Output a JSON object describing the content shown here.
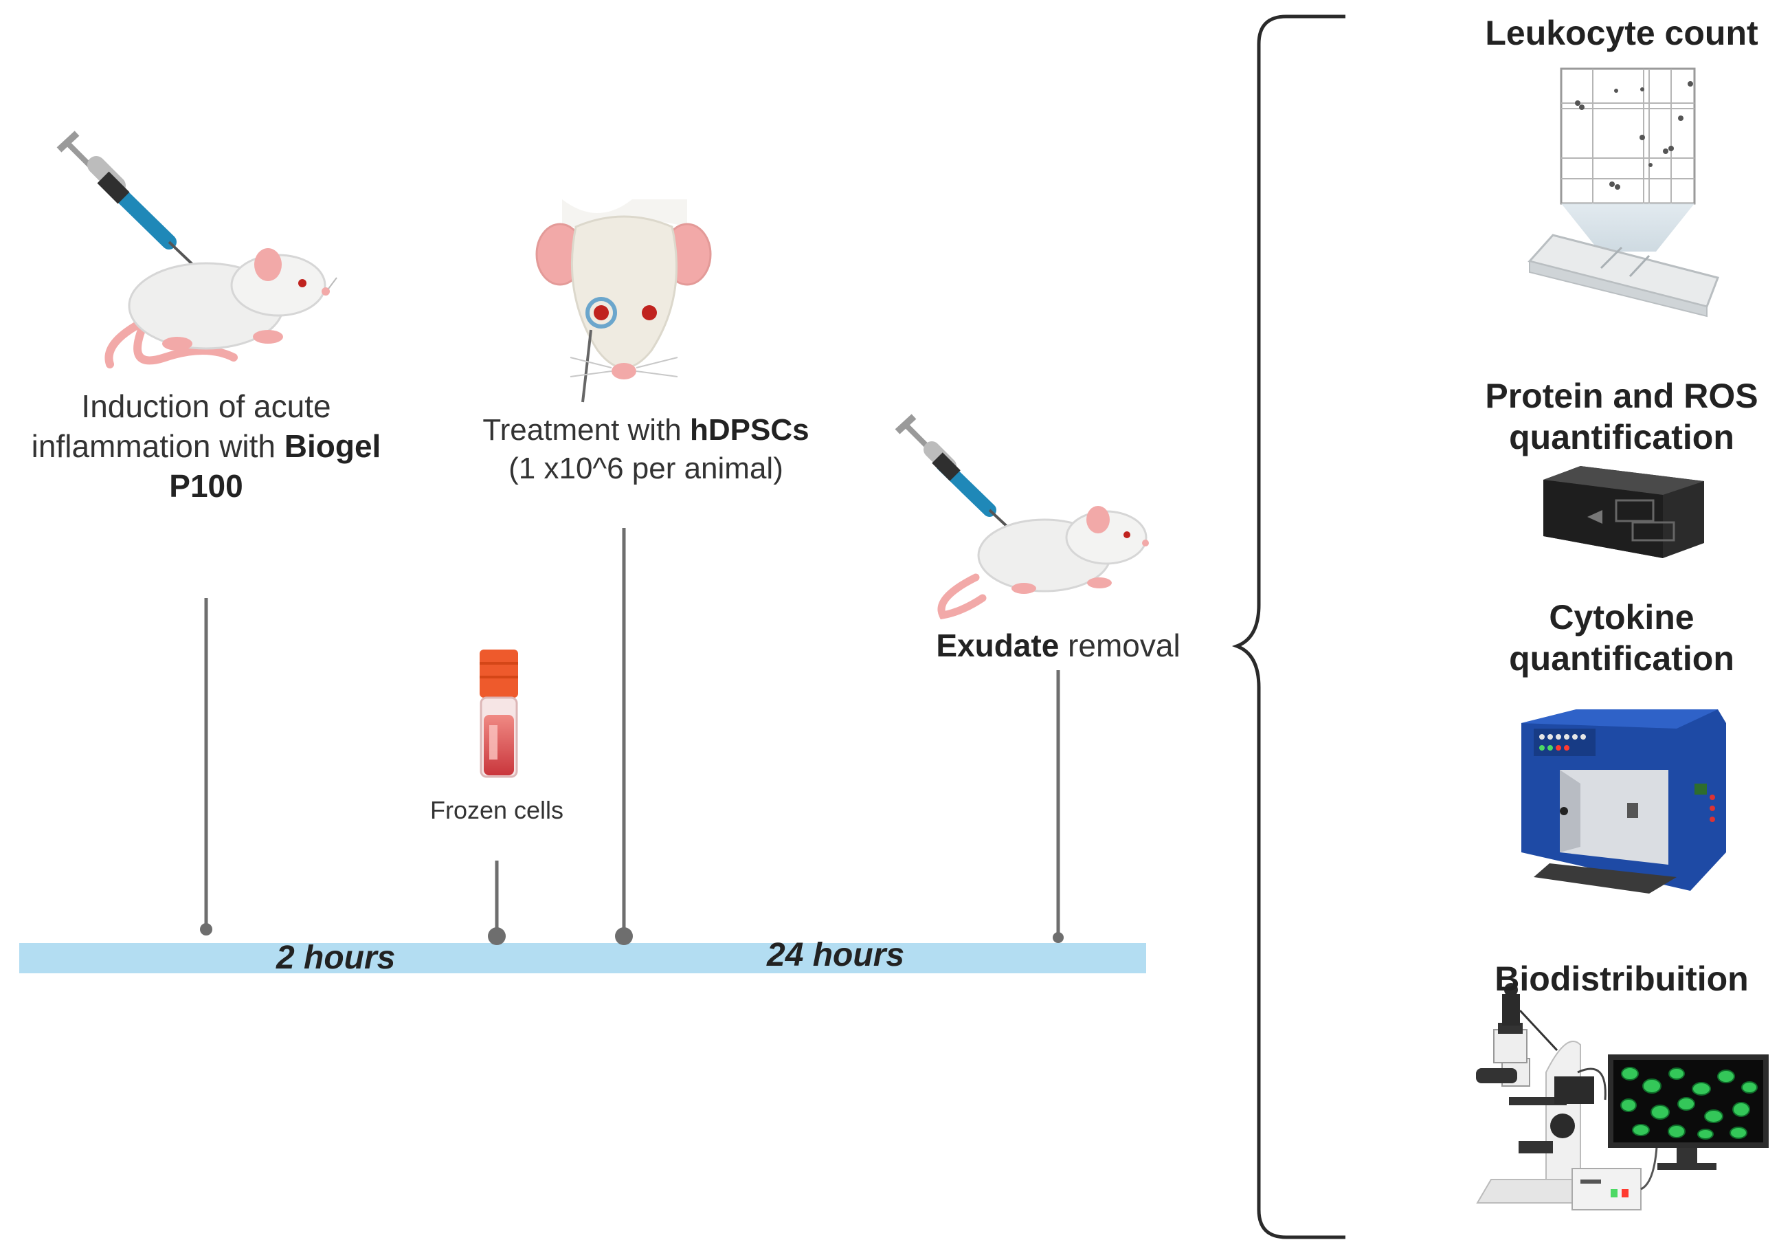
{
  "timeline": {
    "periods": [
      "2 hours",
      "24 hours"
    ],
    "events": [
      {
        "id": "induction",
        "text": "Induction of acute inflammation with ",
        "bold": "Biogel P100"
      },
      {
        "id": "frozen",
        "text": "Frozen cells"
      },
      {
        "id": "treatment",
        "text": "Treatment with ",
        "bold": "hDPSCs",
        "sub": "(1 x10^6 per animal)"
      },
      {
        "id": "removal",
        "bold": "Exudate",
        "text": " removal"
      }
    ]
  },
  "analyses": [
    "Leukocyte count",
    "Protein and ROS quantification",
    "Cytokine quantification",
    "Biodistribuition"
  ],
  "colors": {
    "timeline_bar": "#b3ddf2",
    "stem": "#6e6e6e",
    "mouse_body": "#efefee",
    "mouse_pink": "#f2a9a8",
    "syringe": "#1f88b8",
    "tube_cap": "#ee5a2c",
    "tube_fluid": "#d9474a",
    "machine_blue": "#1e4aa5",
    "reader_black": "#2b2b2b",
    "cells_green": "#34c759"
  },
  "icons": [
    "syringe-icon",
    "mouse-icon",
    "mouse-head-icon",
    "cryo-tube-icon",
    "hemocytometer-icon",
    "plate-reader-icon",
    "cytometer-icon",
    "microscope-icon",
    "monitor-icon"
  ]
}
